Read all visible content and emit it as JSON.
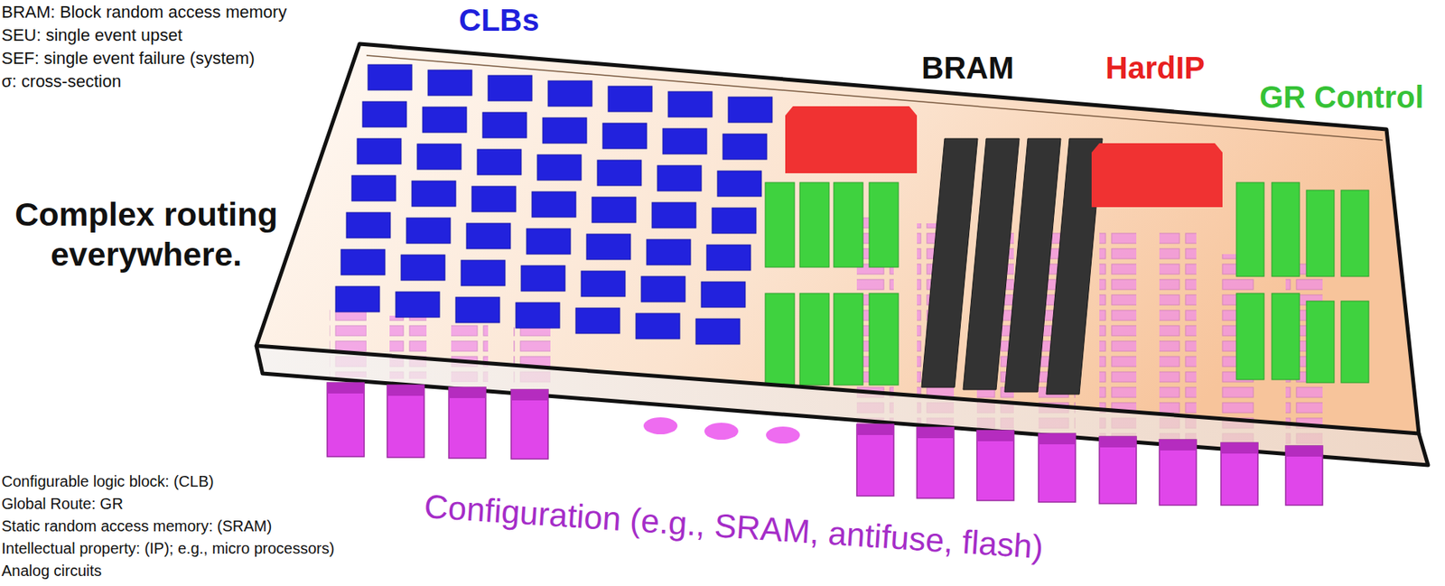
{
  "diagram": {
    "labels": [
      "BRAM: Block random access memory",
      "SEU: single event upset",
      "SEF: single event failure (system)",
      "σ: cross-section",
      "CLBs",
      "BRAM",
      "HardIP",
      "GR Control",
      "Complex routing everywhere.",
      "Configuration (e.g., SRAM, antifuse, flash)",
      "Configurable logic block: (CLB)",
      "Global Route: GR",
      "Static random access memory: (SRAM)",
      "Intellectual property: (IP); e.g., micro processors)",
      "Analog circuits"
    ]
  }
}
